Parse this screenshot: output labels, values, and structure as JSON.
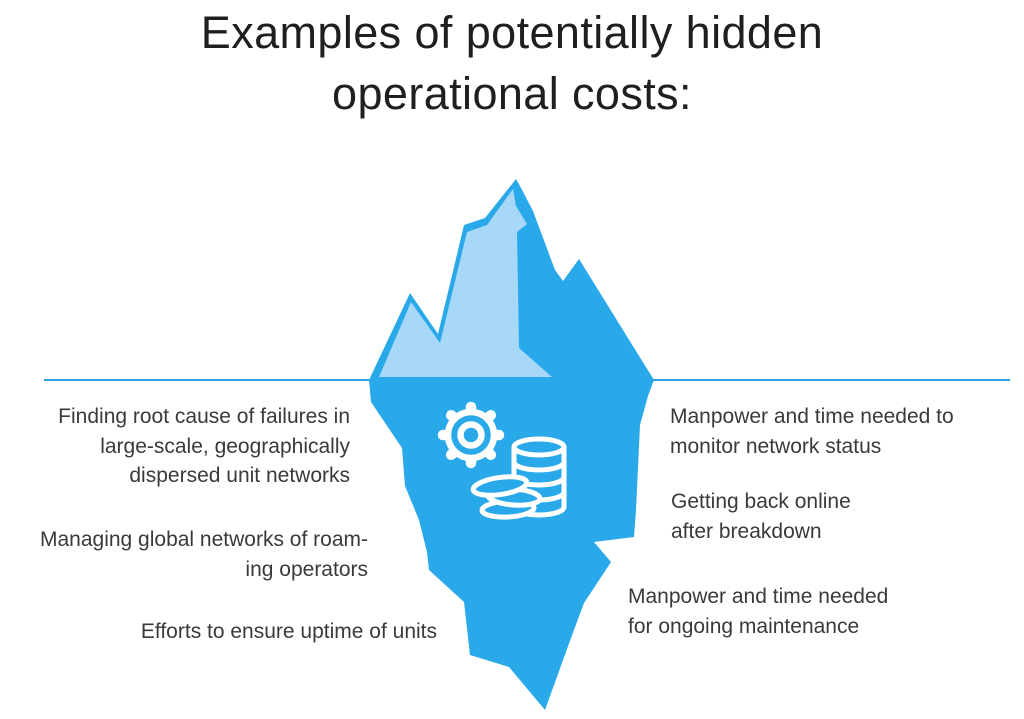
{
  "title": {
    "text": "Examples of potentially hidden\noperational costs:"
  },
  "hidden_costs_left": [
    {
      "text": "Finding root cause of failures in\nlarge-scale, geographically\ndispersed unit networks"
    },
    {
      "text": "Managing global networks of roam-\ning operators"
    },
    {
      "text": "Efforts to ensure uptime of units"
    }
  ],
  "hidden_costs_right": [
    {
      "text": "Manpower and time needed to\nmonitor network status"
    },
    {
      "text": "Getting back online\nafter breakdown"
    },
    {
      "text": "Manpower and time needed\nfor ongoing maintenance"
    }
  ],
  "illustration": {
    "name": "iceberg-above-and-below-waterline",
    "icons": [
      "gear-icon",
      "coin-stack-icon"
    ]
  },
  "colors": {
    "canvas_bg": "#ffffff",
    "iceberg": "#29a9ea",
    "iceberg_light": "#a8d8f7",
    "waterline": "#2b9fe3",
    "title_text": "#1f1f1f",
    "body_text": "#3a3a3a",
    "icon_stroke": "#ffffff"
  }
}
